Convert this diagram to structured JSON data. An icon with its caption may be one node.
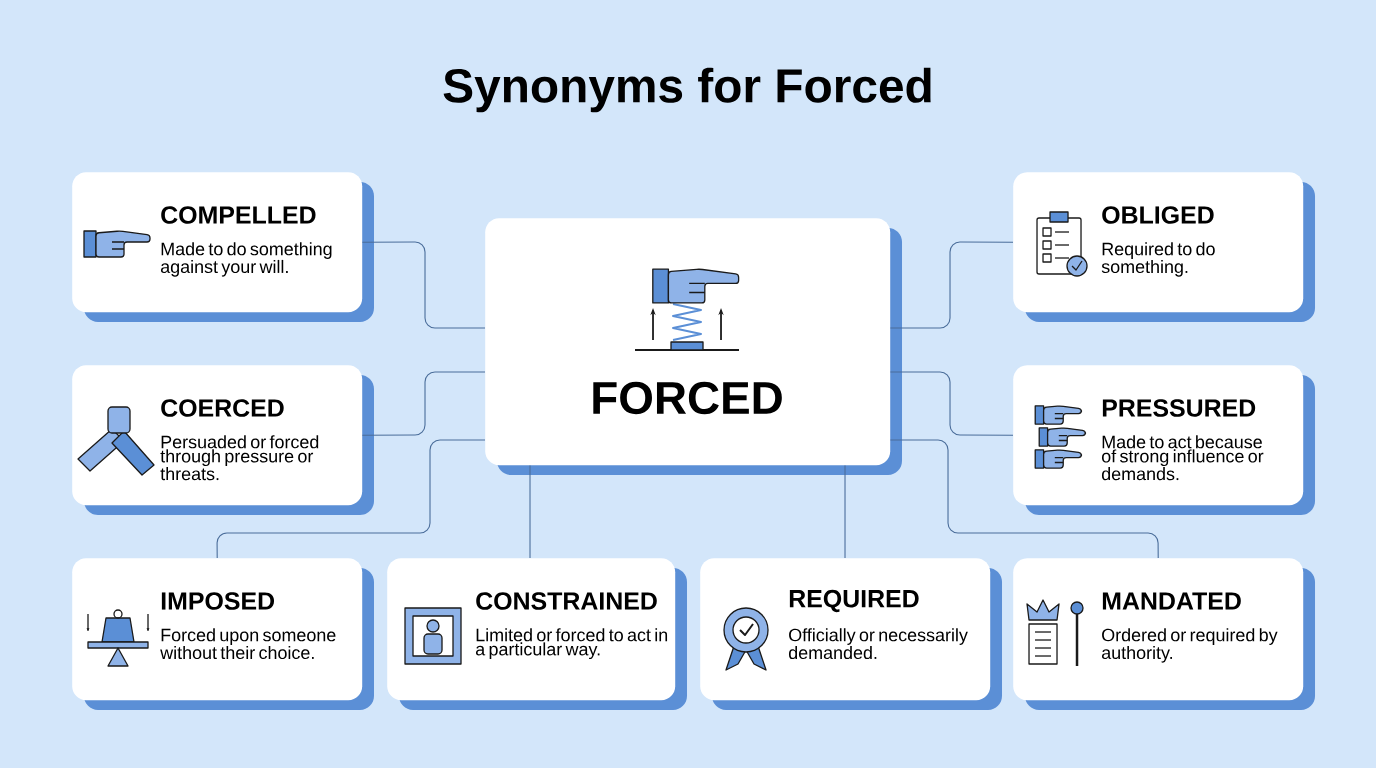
{
  "diagram": {
    "title": "Synonyms for Forced",
    "nodes": [
      {
        "text": [
          "COMPELLED",
          "Made to do something against your will."
        ]
      },
      {
        "text": [
          "FORCED"
        ]
      },
      {
        "text": [
          "OBLIGED",
          "Required to do something."
        ]
      },
      {
        "text": [
          "COERCED",
          "Persuaded or forced through pressure or threats."
        ]
      },
      {
        "text": [
          "PRESSURED",
          "Made to act because of strong influence or demands."
        ]
      },
      {
        "text": [
          "IMPOSED",
          "Forced upon someone without their choice."
        ]
      },
      {
        "text": [
          "CONSTRAINED",
          "Limited or forced to act in a particular way."
        ]
      },
      {
        "text": [
          "REQUIRED",
          "Officially or necessarily demanded."
        ]
      },
      {
        "text": [
          "MANDATED",
          "Ordered or required by authority."
        ]
      }
    ],
    "edges": [
      {
        "from": 1,
        "to": 0,
        "arrow": "none"
      },
      {
        "from": 1,
        "to": 2,
        "arrow": "none"
      },
      {
        "from": 1,
        "to": 3,
        "arrow": "none"
      },
      {
        "from": 1,
        "to": 4,
        "arrow": "none"
      },
      {
        "from": 1,
        "to": 5,
        "arrow": "none"
      },
      {
        "from": 1,
        "to": 6,
        "arrow": "none"
      },
      {
        "from": 1,
        "to": 7,
        "arrow": "none"
      },
      {
        "from": 1,
        "to": 8,
        "arrow": "none"
      }
    ]
  }
}
